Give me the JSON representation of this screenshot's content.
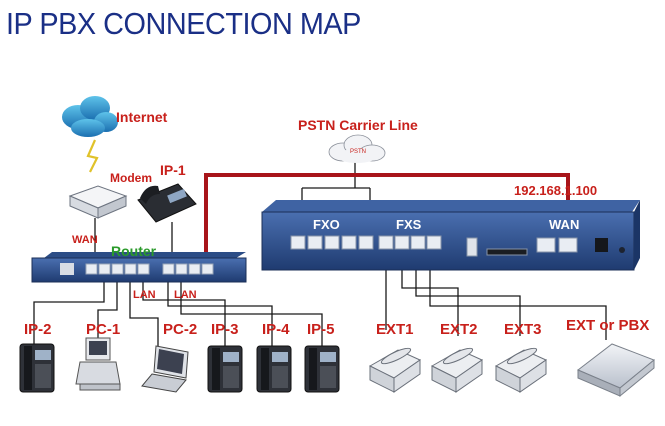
{
  "title": "IP PBX CONNECTION MAP",
  "labels": {
    "internet": "Internet",
    "modem": "Modem",
    "wan": "WAN",
    "router": "Router",
    "lan1": "LAN",
    "lan2": "LAN",
    "pstn": "PSTN Carrier Line",
    "cloud": "PSTN",
    "ip": "192.168.1.100",
    "fxo": "FXO",
    "fxs": "FXS",
    "pbx_wan": "WAN",
    "ip1": "IP-1",
    "ip2": "IP-2",
    "pc1": "PC-1",
    "pc2": "PC-2",
    "ip3": "IP-3",
    "ip4": "IP-4",
    "ip5": "IP-5",
    "ext1": "EXT1",
    "ext2": "EXT2",
    "ext3": "EXT3",
    "ext_pbx": "EXT or PBX"
  },
  "colors": {
    "title": "#1a2f86",
    "label": "#c8201b",
    "router_text": "#2a9a2a",
    "trunk": "#a8151a",
    "device": "#2d4f8c"
  }
}
